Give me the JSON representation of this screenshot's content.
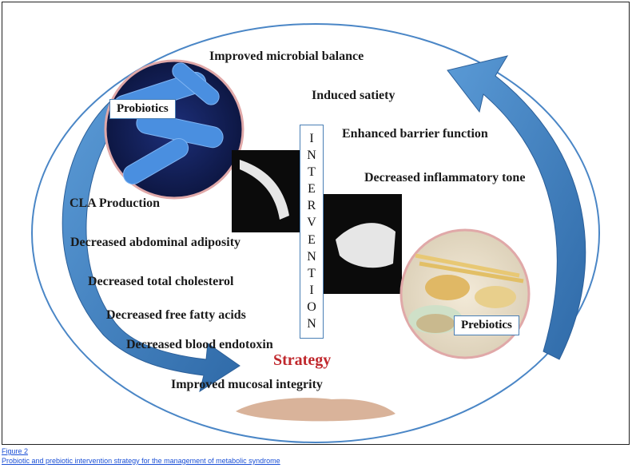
{
  "diagram": {
    "outcomes_top": [
      "Improved microbial balance",
      "Induced satiety",
      "Enhanced barrier function",
      "Decreased inflammatory tone"
    ],
    "outcomes_left": [
      "CLA Production",
      "Decreased abdominal adiposity",
      "Decreased total cholesterol",
      "Decreased free fatty acids",
      "Decreased blood endotoxin",
      "Improved mucosal integrity"
    ],
    "probiotics_label": "Probiotics",
    "prebiotics_label": "Prebiotics",
    "intervention_letters": [
      "I",
      "N",
      "T",
      "E",
      "R",
      "V",
      "E",
      "N",
      "T",
      "I",
      "O",
      "N"
    ],
    "strategy_label": "Strategy",
    "colors": {
      "arrow": "#3d7fc4",
      "ellipse": "#3d7fc4",
      "circle_border": "#e0a8a8",
      "strategy": "#c0282d"
    }
  },
  "caption": {
    "figure_number": "Figure 2",
    "text": "Probiotic and prebiotic intervention strategy for the management of metabolic syndrome"
  }
}
